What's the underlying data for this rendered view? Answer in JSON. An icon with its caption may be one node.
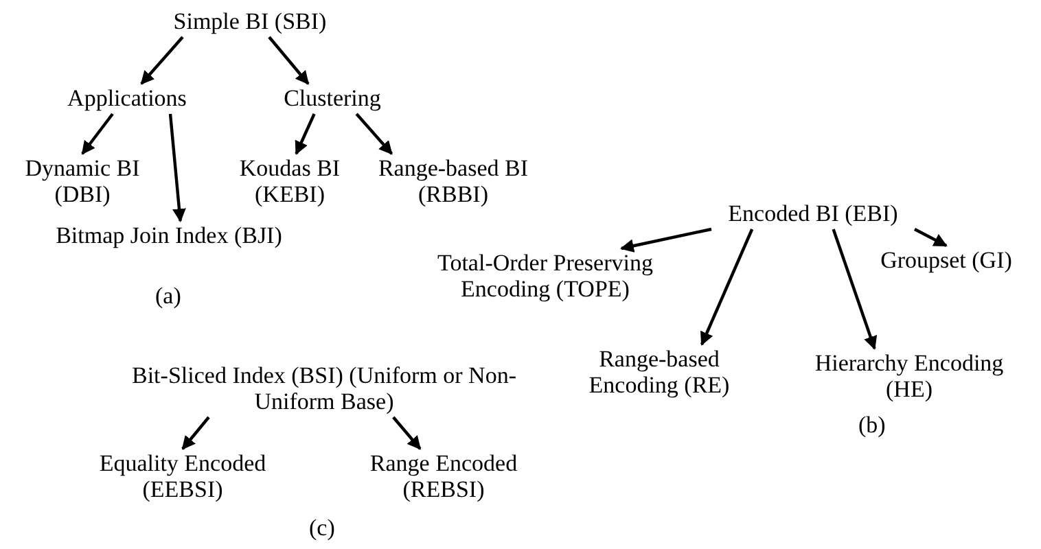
{
  "diagram": {
    "nodes": [
      {
        "text": [
          "Simple BI (SBI)"
        ]
      },
      {
        "text": [
          "Applications"
        ]
      },
      {
        "text": [
          "Clustering"
        ]
      },
      {
        "text": [
          "Dynamic BI (DBI)"
        ]
      },
      {
        "text": [
          "Bitmap Join Index (BJI)"
        ]
      },
      {
        "text": [
          "Koudas BI (KEBI)"
        ]
      },
      {
        "text": [
          "Range-based BI (RBBI)"
        ]
      },
      {
        "text": [
          "Encoded BI (EBI)"
        ]
      },
      {
        "text": [
          "Total-Order Preserving Encoding (TOPE)"
        ]
      },
      {
        "text": [
          "Groupset (GI)"
        ]
      },
      {
        "text": [
          "Range-based Encoding (RE)"
        ]
      },
      {
        "text": [
          "Hierarchy Encoding (HE)"
        ]
      },
      {
        "text": [
          "Bit-Sliced Index (BSI) (Uniform or Non-Uniform Base)"
        ]
      },
      {
        "text": [
          "Equality Encoded (EEBSI)"
        ]
      },
      {
        "text": [
          "Range Encoded (REBSI)"
        ]
      }
    ],
    "edges": [
      {
        "from": 0,
        "to": 1,
        "arrow": "to"
      },
      {
        "from": 0,
        "to": 2,
        "arrow": "to"
      },
      {
        "from": 1,
        "to": 3,
        "arrow": "to"
      },
      {
        "from": 1,
        "to": 4,
        "arrow": "to"
      },
      {
        "from": 2,
        "to": 5,
        "arrow": "to"
      },
      {
        "from": 2,
        "to": 6,
        "arrow": "to"
      },
      {
        "from": 7,
        "to": 8,
        "arrow": "to"
      },
      {
        "from": 7,
        "to": 10,
        "arrow": "to"
      },
      {
        "from": 7,
        "to": 11,
        "arrow": "to"
      },
      {
        "from": 7,
        "to": 9,
        "arrow": "to"
      },
      {
        "from": 12,
        "to": 13,
        "arrow": "to"
      },
      {
        "from": 12,
        "to": 14,
        "arrow": "to"
      }
    ],
    "labels": [
      "(a)",
      "(b)",
      "(c)"
    ]
  }
}
